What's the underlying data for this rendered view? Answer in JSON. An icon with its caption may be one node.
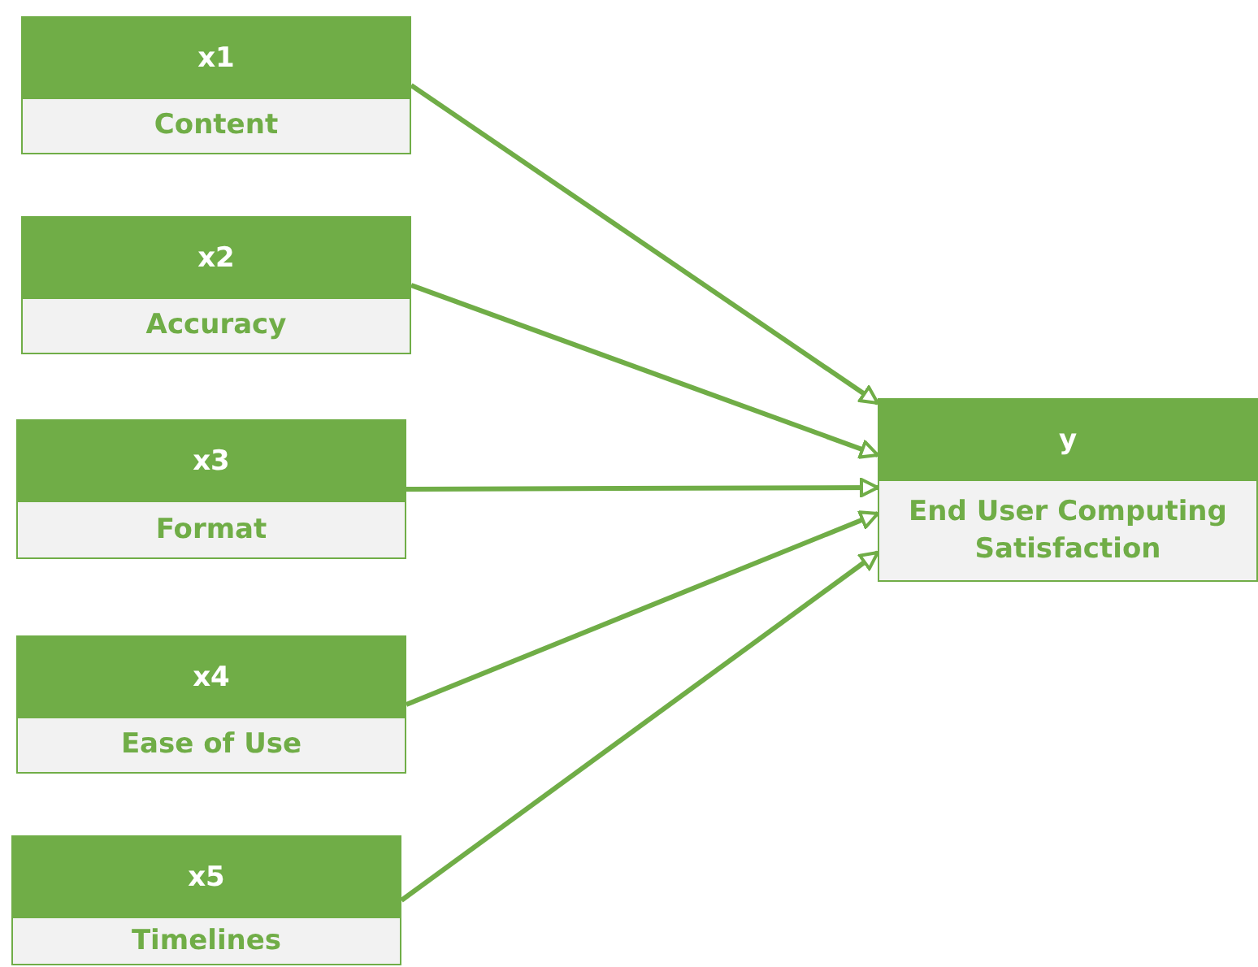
{
  "diagram": {
    "nodes": [
      {
        "text": [
          "x1",
          "Content"
        ]
      },
      {
        "text": [
          "x2",
          "Accuracy"
        ]
      },
      {
        "text": [
          "x3",
          "Format"
        ]
      },
      {
        "text": [
          "x4",
          "Ease of Use"
        ]
      },
      {
        "text": [
          "x5",
          "Timelines"
        ]
      },
      {
        "text": [
          "y",
          "End User Computing Satisfaction"
        ]
      }
    ],
    "edges": [
      {
        "from": 0,
        "to": 5,
        "arrow": "to"
      },
      {
        "from": 1,
        "to": 5,
        "arrow": "to"
      },
      {
        "from": 2,
        "to": 5,
        "arrow": "to"
      },
      {
        "from": 3,
        "to": 5,
        "arrow": "to"
      },
      {
        "from": 4,
        "to": 5,
        "arrow": "to"
      }
    ]
  }
}
